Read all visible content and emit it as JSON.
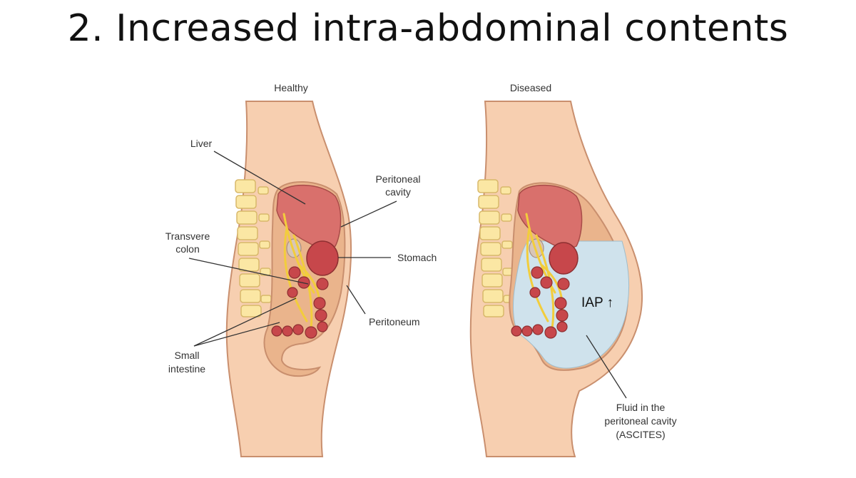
{
  "slide": {
    "title": "2. Increased intra-abdominal contents"
  },
  "panels": {
    "healthy": {
      "heading": "Healthy",
      "labels": {
        "liver": "Liver",
        "peritoneal_cavity_line1": "Peritoneal",
        "peritoneal_cavity_line2": "cavity",
        "transverse_colon_line1": "Transvere",
        "transverse_colon_line2": "colon",
        "stomach": "Stomach",
        "peritoneum": "Peritoneum",
        "small_intestine_line1": "Small",
        "small_intestine_line2": "intestine"
      }
    },
    "diseased": {
      "heading": "Diseased",
      "iap_label": "IAP ↑",
      "labels": {
        "fluid_line1": "Fluid in the",
        "fluid_line2": "peritoneal cavity",
        "fluid_line3": "(ASCITES)"
      }
    }
  },
  "colors": {
    "skin": "#f7cfb0",
    "skin_outline": "#c98f6e",
    "cavity": "#eab48c",
    "liver": "#d9706c",
    "organ_red": "#c7474b",
    "nerve_yellow": "#f2cd3c",
    "spine": "#fbe7a4",
    "ascites_fluid": "#cfe2ec"
  }
}
